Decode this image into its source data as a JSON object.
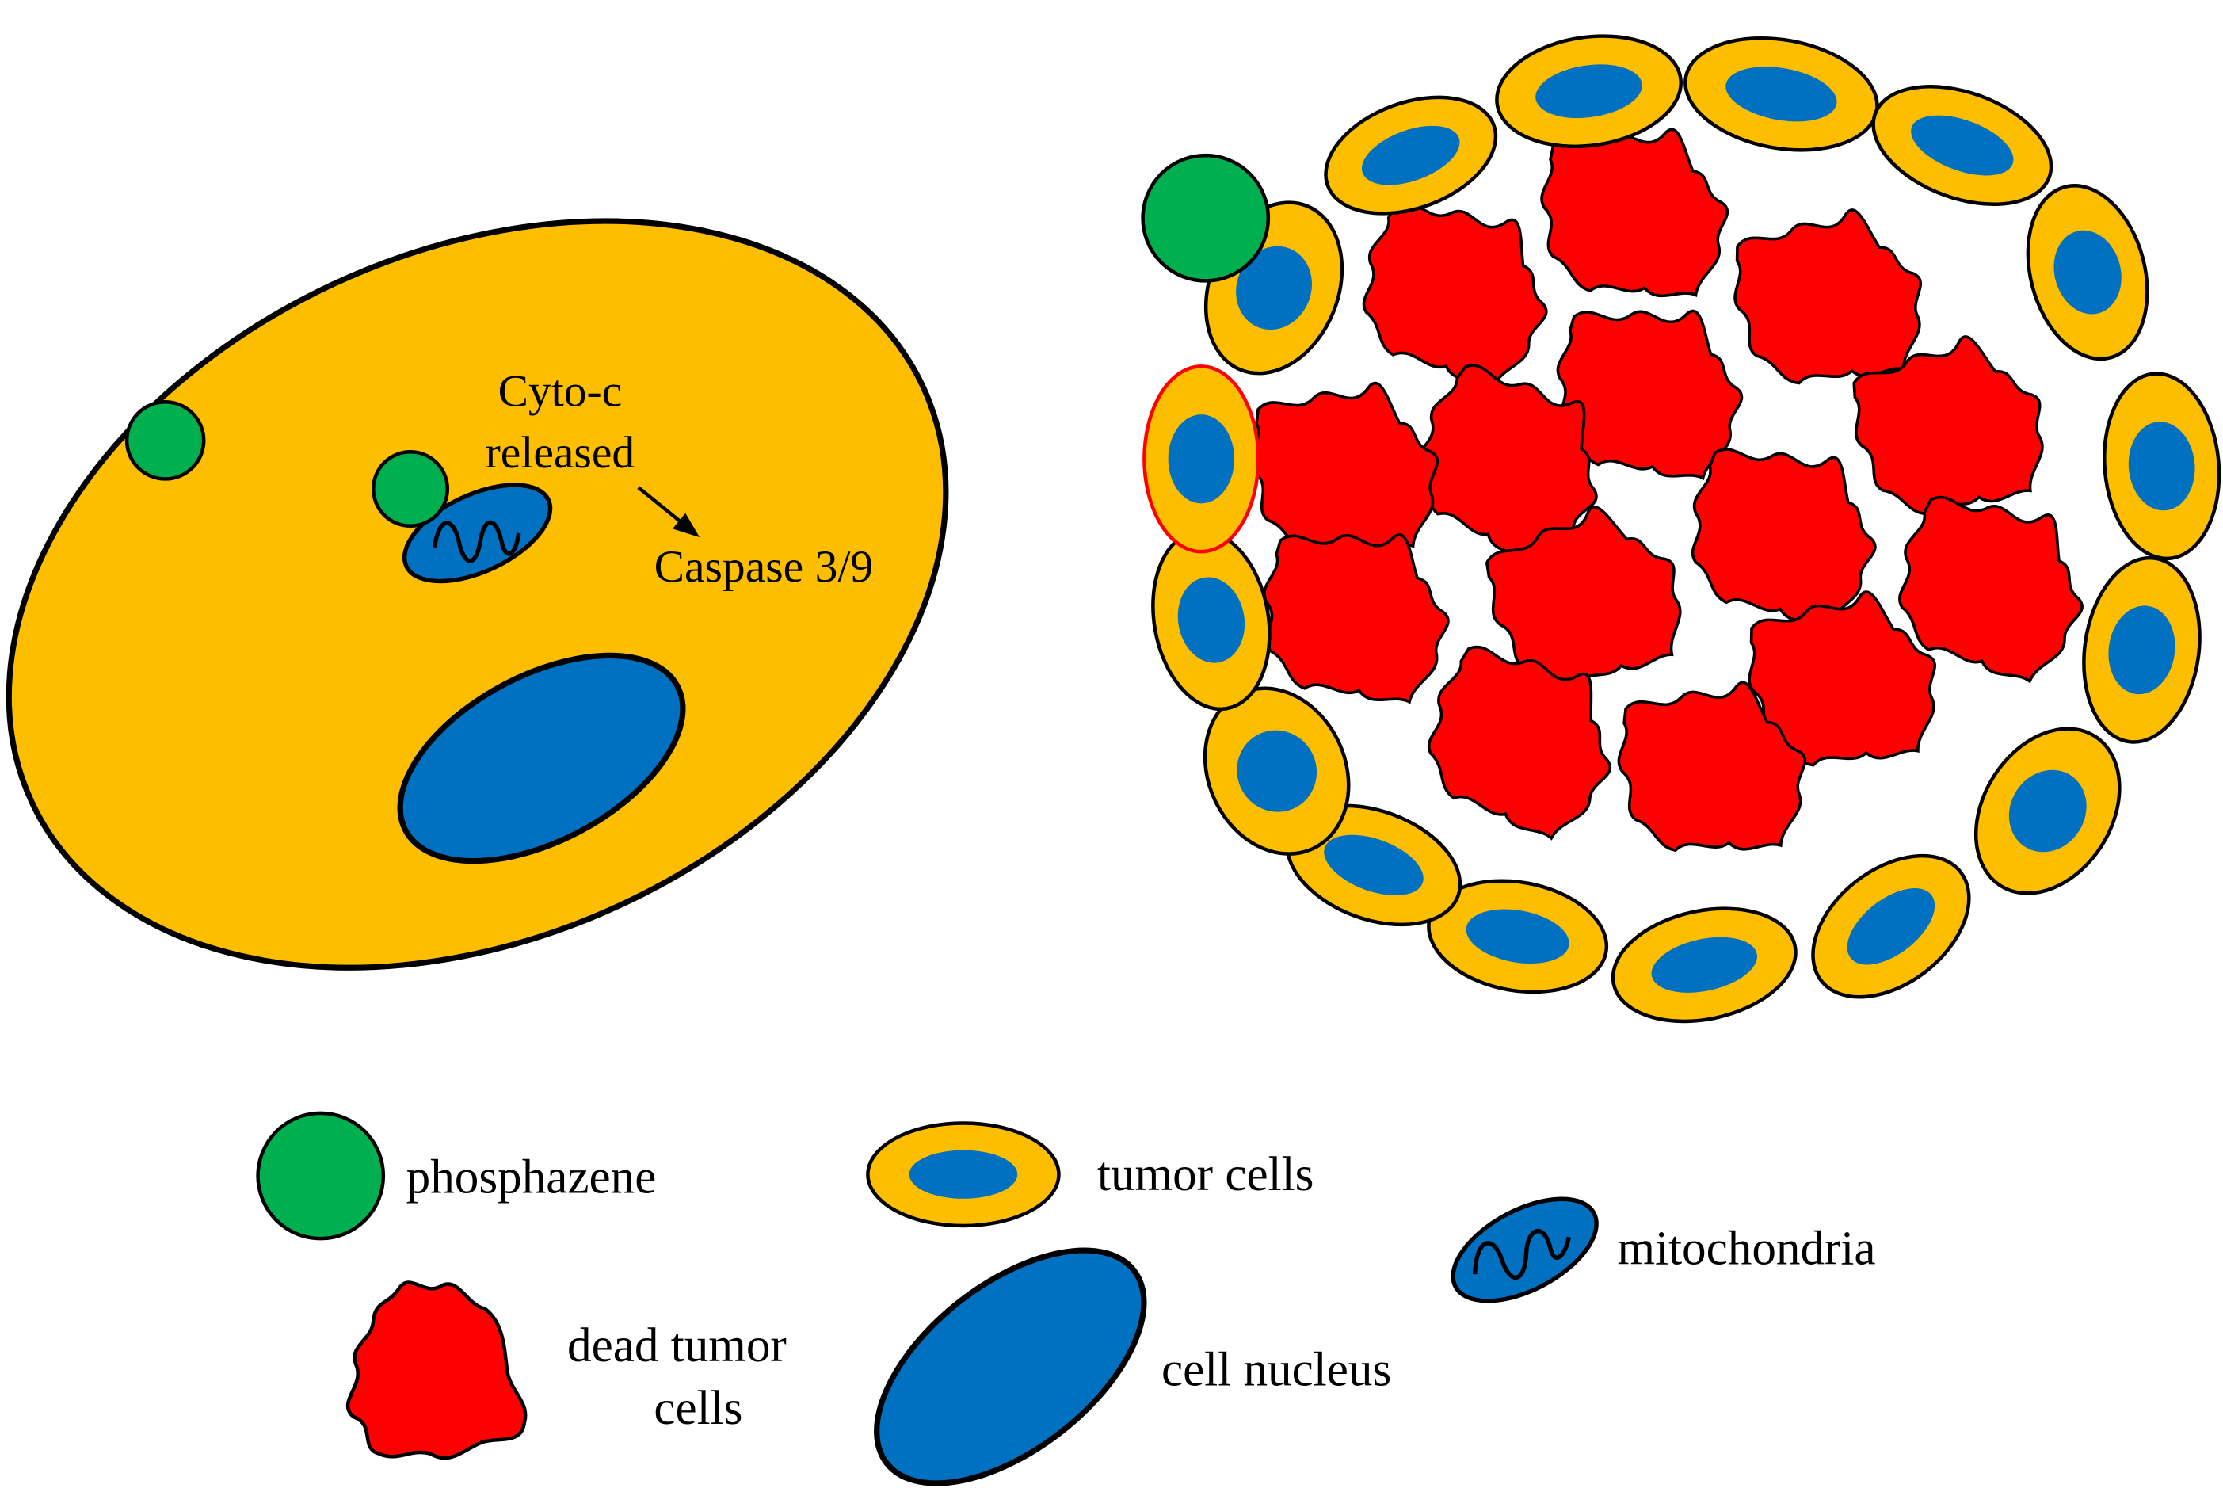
{
  "colors": {
    "cytoplasm": "#FDBE00",
    "nucleus": "#0070C0",
    "phosphazene": "#00B050",
    "dead_cell": "#FF0000",
    "outline": "#000000",
    "highlight_outline": "#FF0000"
  },
  "annotations": {
    "cyto_c_line1": "Cyto-c",
    "cyto_c_line2": "released",
    "caspase": "Caspase 3/9"
  },
  "legend": {
    "phosphazene": "phosphazene",
    "tumor_cells": "tumor cells",
    "mitochondria": "mitochondria",
    "dead_tumor_cells_line1": "dead tumor",
    "dead_tumor_cells_line2": "cells",
    "cell_nucleus": "cell nucleus"
  },
  "icons": {
    "phosphazene": "green-circle",
    "tumor_cell": "yellow-ellipse-with-blue-nucleus",
    "mitochondria": "blue-ellipse-with-squiggle",
    "dead_tumor_cell": "red-wavy-blob",
    "cell_nucleus": "blue-ellipse"
  }
}
